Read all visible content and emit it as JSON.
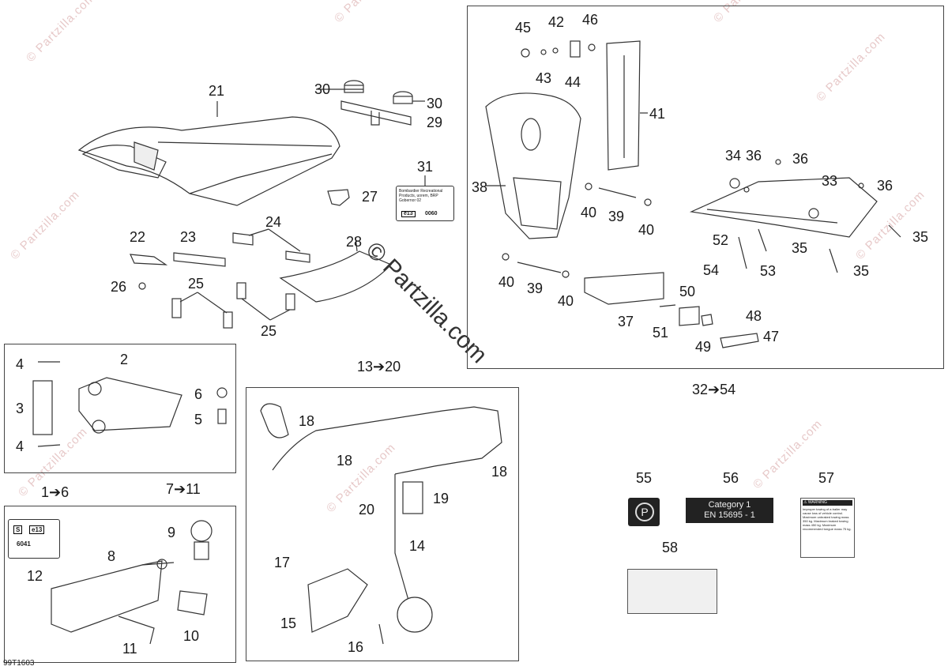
{
  "watermark": "© Partzilla.com",
  "diagram_code": "99T1603",
  "callouts": [
    "1",
    "2",
    "3",
    "4",
    "4",
    "5",
    "6",
    "8",
    "9",
    "10",
    "11",
    "12",
    "14",
    "15",
    "16",
    "17",
    "18",
    "18",
    "18",
    "19",
    "20",
    "21",
    "22",
    "23",
    "24",
    "25",
    "25",
    "26",
    "27",
    "28",
    "29",
    "30",
    "30",
    "31",
    "33",
    "34",
    "35",
    "35",
    "35",
    "36",
    "36",
    "36",
    "37",
    "38",
    "39",
    "39",
    "40",
    "40",
    "40",
    "40",
    "40",
    "41",
    "42",
    "43",
    "44",
    "45",
    "46",
    "47",
    "48",
    "49",
    "50",
    "51",
    "52",
    "53",
    "54",
    "55",
    "56",
    "57",
    "58"
  ],
  "groups": {
    "g1_6": "1➔6",
    "g7_11": "7➔11",
    "g13_20": "13➔20",
    "g32_54": "32➔54"
  },
  "labels": {
    "l31_text": "Bombardier Recreational Products, uorem, BRP Gobernor 02",
    "l31_e": "e13",
    "l31_code": "0060",
    "l12_a": "S",
    "l12_b": "e13",
    "l12_code": "6041",
    "l55_symbol": "P",
    "l56_line1": "Category 1",
    "l56_line2": "EN   15695   -   1",
    "l57_head": "⚠ WARNING",
    "l57_text": "Improper towing of a trailer may cause loss of vehicle control. Maximum unbraked towing mass 350 kg. Maximum braked towing mass 450 kg. Maximum recommended tongue mass 75 kg."
  }
}
